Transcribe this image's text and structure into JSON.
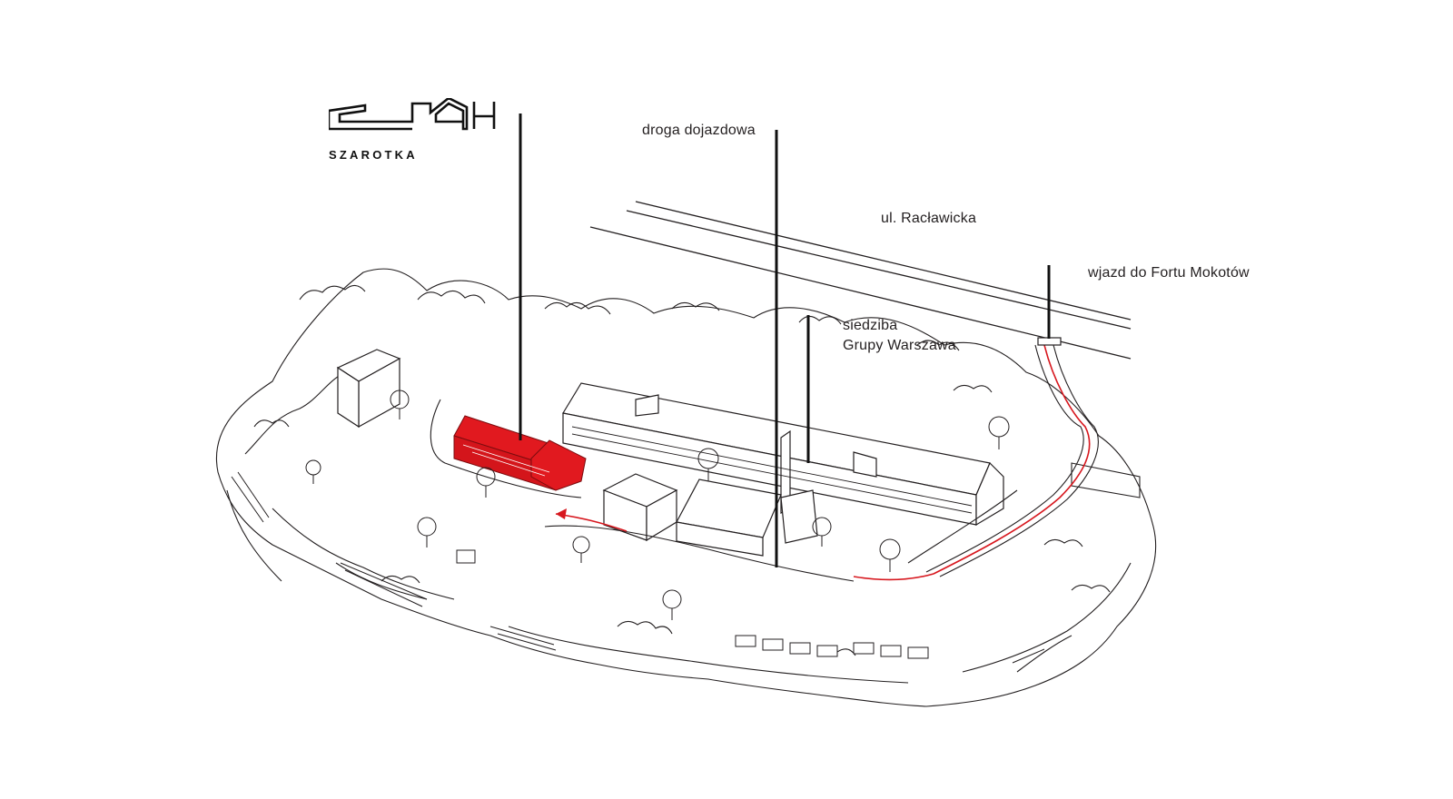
{
  "logo": {
    "name": "SZAROTKA",
    "icon": "house-outline-logo",
    "color": "#111111"
  },
  "labels": {
    "road": "droga dojazdowa",
    "street": "ul. Racławicka",
    "entrance": "wjazd do Fortu Mokotów",
    "hq_line1": "siedziba",
    "hq_line2": "Grupy Warszawa"
  },
  "colors": {
    "highlight": "#e1191f",
    "ink": "#231f20",
    "route": "#d7171e"
  }
}
